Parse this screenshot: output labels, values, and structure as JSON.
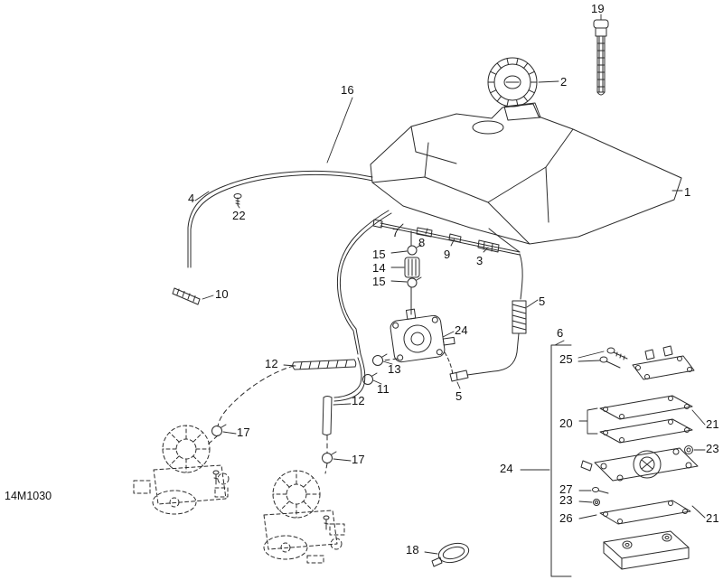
{
  "diagram": {
    "code": "14M1030",
    "art": {
      "stroke_color": "#2b2b2b",
      "background": "#ffffff",
      "parts": [
        "dipstick",
        "fuel-cap",
        "fuel-tank",
        "fuel-line-left",
        "fuel-line-main",
        "fuel-line-fittings",
        "clamp-sleeve-stack",
        "fuel-pump",
        "inline-filter-spring",
        "check-valve",
        "fuel-tube-12a",
        "fuel-tube-12b",
        "hose-clamps",
        "carburetor-left",
        "carburetor-right",
        "pump-exploded-stack",
        "ring-18",
        "hose-10",
        "screw-22"
      ]
    },
    "callouts": [
      {
        "label": "19"
      },
      {
        "label": "2"
      },
      {
        "label": "16"
      },
      {
        "label": "1"
      },
      {
        "label": "4"
      },
      {
        "label": "22"
      },
      {
        "label": "7"
      },
      {
        "label": "8"
      },
      {
        "label": "15"
      },
      {
        "label": "9"
      },
      {
        "label": "3"
      },
      {
        "label": "14"
      },
      {
        "label": "15"
      },
      {
        "label": "10"
      },
      {
        "label": "5"
      },
      {
        "label": "24"
      },
      {
        "label": "6"
      },
      {
        "label": "25"
      },
      {
        "label": "12"
      },
      {
        "label": "13"
      },
      {
        "label": "11"
      },
      {
        "label": "12"
      },
      {
        "label": "5"
      },
      {
        "label": "20"
      },
      {
        "label": "21"
      },
      {
        "label": "17"
      },
      {
        "label": "23"
      },
      {
        "label": "17"
      },
      {
        "label": "24"
      },
      {
        "label": "27"
      },
      {
        "label": "23"
      },
      {
        "label": "26"
      },
      {
        "label": "21"
      },
      {
        "label": "18"
      }
    ]
  }
}
